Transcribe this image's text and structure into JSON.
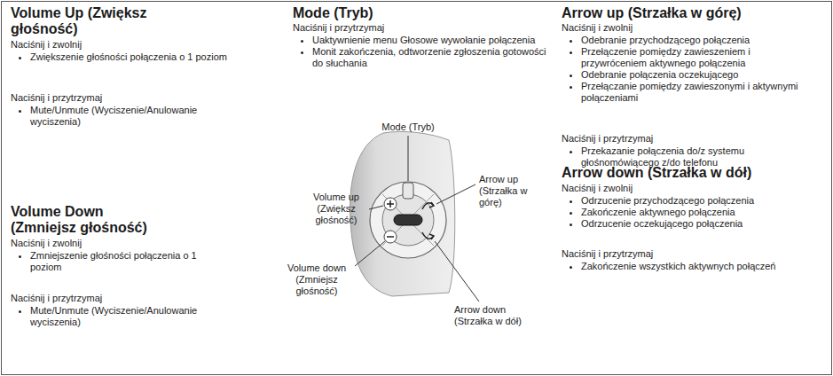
{
  "diagram": {
    "labels": [
      "Volume Up (Zwiększ głośność)",
      "Naciśnij i zwolnij",
      "Zwiększenie głośności połączenia o 1 poziom",
      "Naciśnij i przytrzymaj",
      "Mute/Unmute (Wyciszenie/Anulowanie wyciszenia)",
      "Volume Down (Zmniejsz głośność)",
      "Naciśnij i zwolnij",
      "Zmniejszenie głośności połączenia o 1 poziom",
      "Naciśnij i przytrzymaj",
      "Mute/Unmute (Wyciszenie/Anulowanie wyciszenia)",
      "Mode (Tryb)",
      "Naciśnij i przytrzymaj",
      "Uaktywnienie menu Głosowe wywołanie połączenia",
      "Monit zakończenia, odtworzenie zgłoszenia gotowości do słuchania",
      "Mode (Tryb)",
      "Volume up (Zwiększ głośność)",
      "Volume down (Zmniejsz głośność)",
      "Arrow up (Strzałka w górę)",
      "Arrow down (Strzałka w dół)",
      "Arrow up (Strzałka w górę)",
      "Naciśnij i zwolnij",
      "Odebranie przychodzącego połączenia",
      "Przełączenie pomiędzy zawieszeniem i przywróceniem aktywnego połączenia",
      "Odebranie połączenia oczekującego",
      "Przełączanie pomiędzy zawieszonymi i aktywnymi połączeniami",
      "Naciśnij i przytrzymaj",
      "Przekazanie połączenia do/z systemu głośnomówiącego z/do telefonu",
      "Arrow down (Strzałka w dół)",
      "Naciśnij i zwolnij",
      "Odrzucenie przychodzącego połączenia",
      "Zakończenie aktywnego połączenia",
      "Odrzucenie oczekującego połączenia",
      "Naciśnij i przytrzymaj",
      "Zakończenie wszystkich aktywnych połączeń"
    ]
  }
}
